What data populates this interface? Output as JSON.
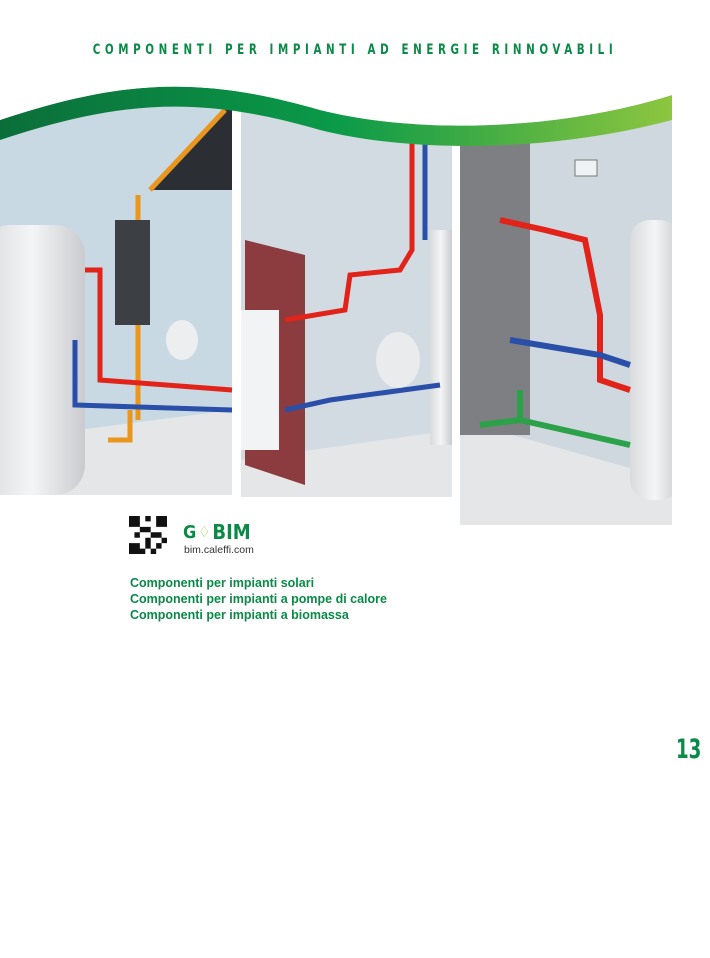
{
  "header": {
    "title": "COMPONENTI PER IMPIANTI AD ENERGIE RINNOVABILI"
  },
  "bim": {
    "logo_text": "BIM",
    "url": "bim.caleffi.com"
  },
  "sections": [
    "Componenti per impianti solari",
    "Componenti per impianti a pompe di calore",
    "Componenti per impianti a biomassa"
  ],
  "page_number": "13",
  "colors": {
    "brand_green": "#0a8a47",
    "light_green": "#8dc63f",
    "hot_pipe": "#e2231a",
    "cold_pipe": "#2a4fa8"
  }
}
